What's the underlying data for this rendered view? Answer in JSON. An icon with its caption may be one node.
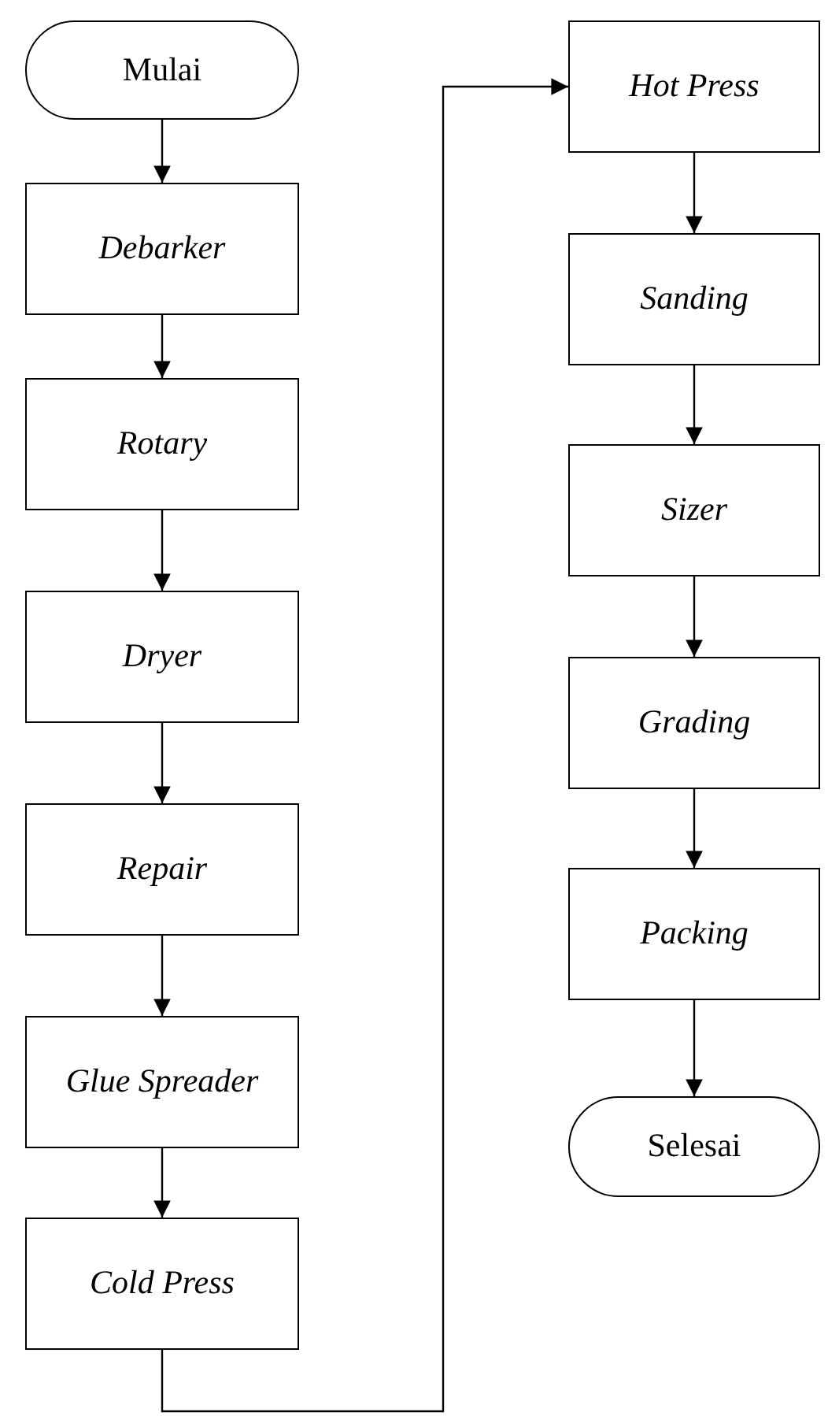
{
  "diagram": {
    "nodes": [
      {
        "text": [
          "Mulai"
        ]
      },
      {
        "text": [
          "Debarker"
        ]
      },
      {
        "text": [
          "Rotary"
        ]
      },
      {
        "text": [
          "Dryer"
        ]
      },
      {
        "text": [
          "Repair"
        ]
      },
      {
        "text": [
          "Glue Spreader"
        ]
      },
      {
        "text": [
          "Cold Press"
        ]
      },
      {
        "text": [
          "Hot Press"
        ]
      },
      {
        "text": [
          "Sanding"
        ]
      },
      {
        "text": [
          "Sizer"
        ]
      },
      {
        "text": [
          "Grading"
        ]
      },
      {
        "text": [
          "Packing"
        ]
      },
      {
        "text": [
          "Selesai"
        ]
      }
    ],
    "edges": [
      {
        "from": 0,
        "to": 1,
        "arrow": "to"
      },
      {
        "from": 1,
        "to": 2,
        "arrow": "to"
      },
      {
        "from": 2,
        "to": 3,
        "arrow": "to"
      },
      {
        "from": 3,
        "to": 4,
        "arrow": "to"
      },
      {
        "from": 4,
        "to": 5,
        "arrow": "to"
      },
      {
        "from": 5,
        "to": 6,
        "arrow": "to"
      },
      {
        "from": 6,
        "to": 7,
        "arrow": "to"
      },
      {
        "from": 7,
        "to": 8,
        "arrow": "to"
      },
      {
        "from": 8,
        "to": 9,
        "arrow": "to"
      },
      {
        "from": 9,
        "to": 10,
        "arrow": "to"
      },
      {
        "from": 10,
        "to": 11,
        "arrow": "to"
      },
      {
        "from": 11,
        "to": 12,
        "arrow": "to"
      }
    ]
  }
}
